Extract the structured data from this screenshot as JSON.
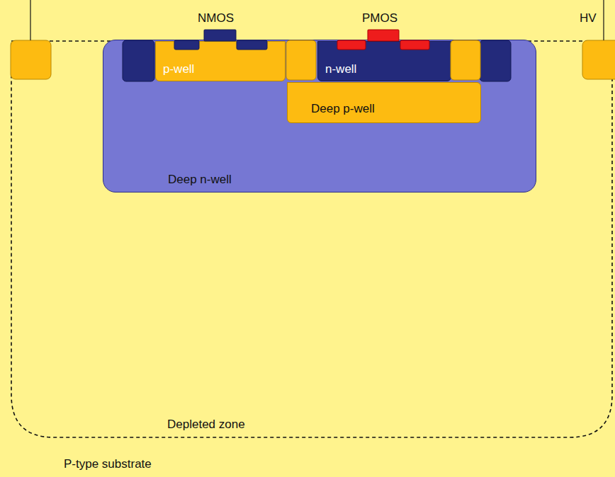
{
  "diagram": {
    "nodes": [
      {
        "text": [
          "P-type substrate"
        ]
      },
      {
        "text": [
          "Depleted zone"
        ],
        "in": 0
      },
      {
        "text": [
          "Deep n-well"
        ],
        "in": 1
      },
      {
        "text": [
          "p-well"
        ],
        "in": 2
      },
      {
        "text": [
          "n-well"
        ],
        "in": 2
      },
      {
        "text": [
          "Deep p-well"
        ],
        "in": 2
      }
    ],
    "labels": [
      "NMOS",
      "PMOS",
      "HV"
    ]
  }
}
